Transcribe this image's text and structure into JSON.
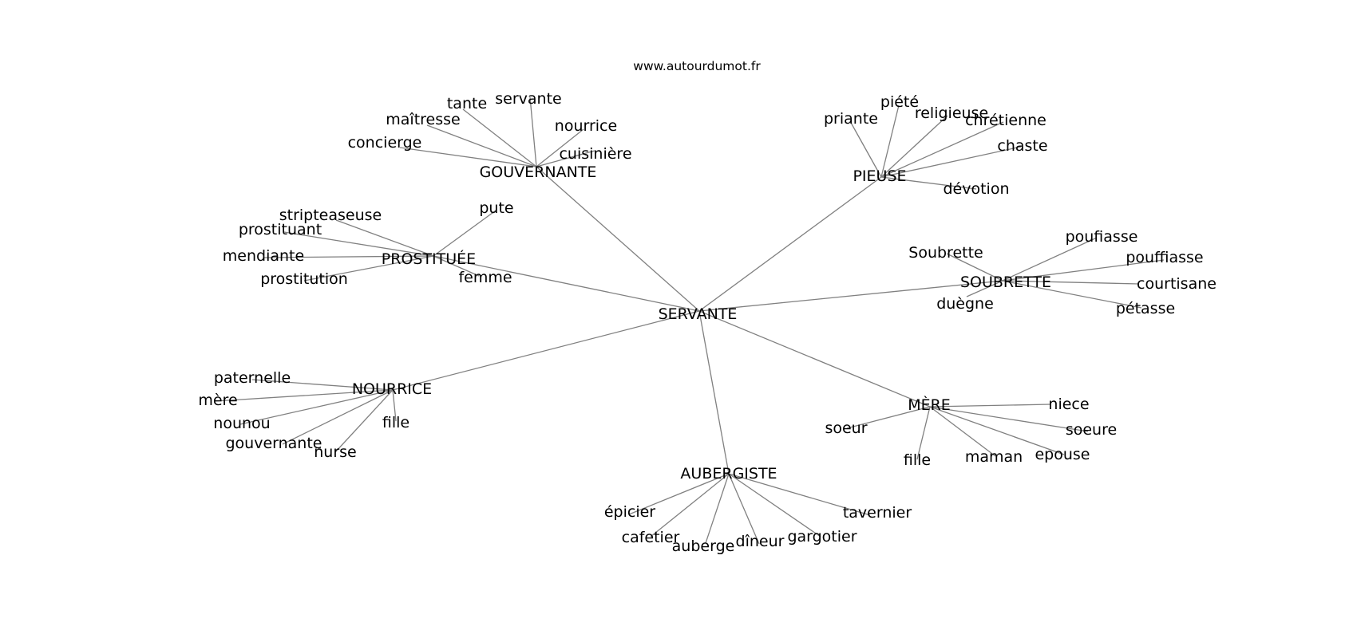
{
  "header": {
    "site_url": "www.autourdumot.fr"
  },
  "graph": {
    "root": "SERVANTE",
    "clusters": [
      {
        "label": "GOUVERNANTE",
        "words": [
          "tante",
          "servante",
          "maîtresse",
          "nourrice",
          "concierge",
          "cuisinière"
        ]
      },
      {
        "label": "PIEUSE",
        "words": [
          "piété",
          "priante",
          "religieuse",
          "chrétienne",
          "chaste",
          "dévotion"
        ]
      },
      {
        "label": "PROSTITUÉE",
        "words": [
          "stripteaseuse",
          "pute",
          "prostituant",
          "mendiante",
          "prostitution",
          "femme"
        ]
      },
      {
        "label": "SOUBRETTE",
        "words": [
          "poufiasse",
          "Soubrette",
          "pouffiasse",
          "courtisane",
          "duègne",
          "pétasse"
        ]
      },
      {
        "label": "NOURRICE",
        "words": [
          "paternelle",
          "mère",
          "nounou",
          "fille",
          "gouvernante",
          "nurse"
        ]
      },
      {
        "label": "MÈRE",
        "words": [
          "niece",
          "soeur",
          "soeure",
          "epouse",
          "fille",
          "maman"
        ]
      },
      {
        "label": "AUBERGISTE",
        "words": [
          "épicier",
          "tavernier",
          "cafetier",
          "gargotier",
          "dîneur",
          "auberge"
        ]
      }
    ]
  }
}
